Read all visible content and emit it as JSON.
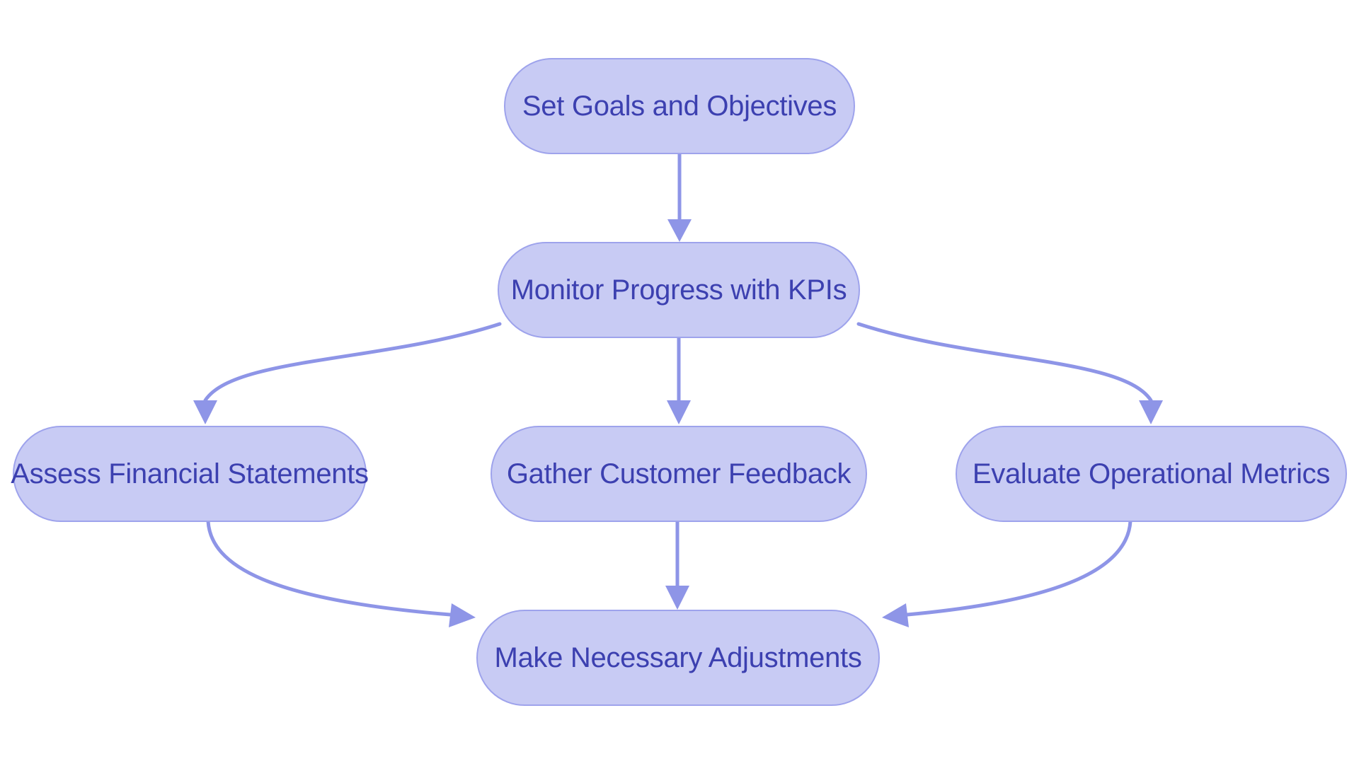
{
  "diagram": {
    "type": "flowchart",
    "background": "#ffffff",
    "colors": {
      "node_fill": "#c8cbf4",
      "node_border": "#9ea3ec",
      "arrow": "#8e95e7",
      "text": "#3c40b0"
    },
    "nodes": [
      {
        "id": "set-goals",
        "label": "Set Goals and Objectives"
      },
      {
        "id": "monitor-progress",
        "label": "Monitor Progress with KPIs"
      },
      {
        "id": "assess-financial",
        "label": "Assess Financial Statements"
      },
      {
        "id": "gather-feedback",
        "label": "Gather Customer Feedback"
      },
      {
        "id": "evaluate-metrics",
        "label": "Evaluate Operational Metrics"
      },
      {
        "id": "make-adjustments",
        "label": "Make Necessary Adjustments"
      }
    ],
    "edges": [
      {
        "from": "set-goals",
        "to": "monitor-progress"
      },
      {
        "from": "monitor-progress",
        "to": "assess-financial"
      },
      {
        "from": "monitor-progress",
        "to": "gather-feedback"
      },
      {
        "from": "monitor-progress",
        "to": "evaluate-metrics"
      },
      {
        "from": "assess-financial",
        "to": "make-adjustments"
      },
      {
        "from": "gather-feedback",
        "to": "make-adjustments"
      },
      {
        "from": "evaluate-metrics",
        "to": "make-adjustments"
      }
    ]
  }
}
